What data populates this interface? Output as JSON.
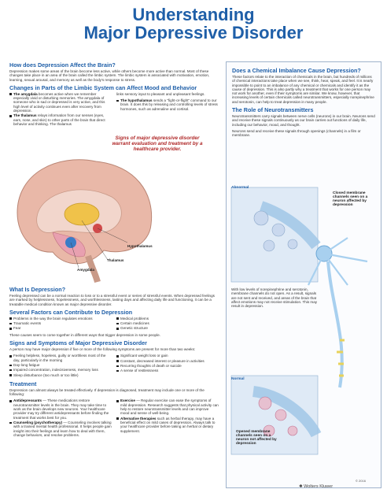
{
  "header": {
    "line1": "Understanding",
    "line2": "Major Depressive Disorder"
  },
  "s1": {
    "heading": "How does Depression Affect the Brain?",
    "text": "Depression makes some areas of the brain become less active, while others become more active than normal. Most of these changes take place in an area of the brain called the limbic system. The limbic system is associated with motivation, emotion, learning, sexual arousal, and memory as well as the body's response to stress."
  },
  "s2": {
    "heading": "Changes in Parts of the Limbic System can Affect Mood and Behavior",
    "items": [
      {
        "term": "The amygdala",
        "text": "becomes active when we remember especially vivid or disturbing memories. The amygdala of someone who is sad or depressed is very active, and this high level of activity continues even after recovery from depression."
      },
      {
        "term": "The thalamus",
        "text": "relays information from our senses (eyes, ears, nose, and skin) to other parts of the brain that direct behavior and thinking. The thalamus"
      }
    ],
    "right_cont": "links sensory input to pleasant and unpleasant feelings.",
    "right_items": [
      {
        "term": "The hypothalamus",
        "text": "sends a \"fight-or-flight\" command to our brain. It does this by releasing and controlling levels of stress hormones, such as adrenaline and cortisol."
      }
    ]
  },
  "callout": "Signs of major depressive disorder warrant evaluation and treatment by a healthcare provider.",
  "brain_labels": {
    "hypothalamus": "Hypothalamus",
    "thalamus": "Thalamus",
    "amygdala": "Amygdala"
  },
  "s3": {
    "heading": "What Is Depression?",
    "text": "Feeling depressed can be a normal reaction to loss or to a stressful event or series of stressful events. When depressed feelings are marked by helplessness, hopelessness, and worthlessness, lasting days and affecting daily life and functioning, it can be a treatable medical condition known as major depressive disorder."
  },
  "s4": {
    "heading": "Several Factors can Contribute to Depression",
    "col1": [
      "Problems in the way the brain regulates emotions",
      "Traumatic events",
      "Fear"
    ],
    "col2": [
      "Medical problems",
      "Certain medicines",
      "Genetic structure"
    ],
    "after": "These causes seem to come together in different ways that trigger depression in some people."
  },
  "s5": {
    "heading": "Signs and Symptoms of Major Depressive Disorder",
    "intro": "A person may have major depression if five or more of the following symptoms are present for more than two weeks:",
    "col1": [
      "Feeling helpless, hopeless, guilty or worthless most of the day, particularly in the morning",
      "Day-long fatigue",
      "Impaired concentration, indecisiveness, memory loss",
      "Sleep disturbance (too much or too little)"
    ],
    "col2": [
      "Significant weight loss or gain",
      "Constant, decreased interest or pleasure in activities",
      "Recurring thoughts of death or suicide",
      "A sense of restlessness"
    ]
  },
  "s6": {
    "heading": "Treatment",
    "intro": "Depression can almost always be treated effectively. If depression is diagnosed, treatment may include one or more of the following:",
    "col1": [
      {
        "term": "Antidepressants",
        "text": "— These medications restore neurotransmitter levels in the brain. They may take time to work as the brain develops new neurons. Your healthcare provider may try different antidepressants before finding the treatment that works best for you."
      },
      {
        "term": "Counseling (psychotherapy)",
        "text": "— Counseling involves talking with a trained mental health professional. It helps people gain insight into their feelings and learn how to deal with them, change behaviors, and resolve problems."
      }
    ],
    "col2": [
      {
        "term": "Exercise",
        "text": "— Regular exercise can ease the symptoms of mild depression. Research suggests that physical activity can help to restore neurotransmitter levels and can improve mood and sense of well-being."
      },
      {
        "term": "Alternative therapies",
        "text": "such as herbal therapy, may have a beneficial effect on mild cases of depression. Always talk to your healthcare provider before taking an herbal or dietary supplement."
      }
    ]
  },
  "r1": {
    "heading": "Does a Chemical Imbalance Cause Depression?",
    "text": "These factors relate to the interaction of chemicals in the brain, but hundreds of millions of chemical interactions take place when we see, think, hear, speak, and feel. It is nearly impossible to point to an imbalance of any chemical or chemicals and identify it as the cause of depression. This is also partly why a treatment that works for one person may not work for another, even if their symptoms are similar. We know, however, that increasing levels of certain chemicals called neurotransmitters, especially norepinephrine and serotonin, can help to treat depression in many people."
  },
  "r2": {
    "heading": "The Role of Neurotransmitters",
    "p1": "Neurotransmitters carry signals between nerve cells (neurons) in our brain. Neurons send and receive these signals continuously as our brain carries out functions of daily life, including our behavior, mood, and thought.",
    "p2": "Neurons send and receive these signals through openings (channels) in a film or membrane."
  },
  "neuron": {
    "abnormal": "Abnormal",
    "closed_tag": "Closed membrane channels seen on a neuron affected by depression",
    "low_text": "With low levels of norepinephrine and serotonin, membrane channels do not open. As a result, signals are not sent and received, and areas of the brain that affect emotions may not receive stimulation. This may result in depression.",
    "normal": "Normal",
    "opened_tag": "Opened membrane channels seen on a neuron not affected by depression"
  },
  "footer": {
    "brand": "Wolters Kluwer",
    "copyright": "© 2016"
  },
  "colors": {
    "title": "#1f5fa8",
    "callout": "#b02a2a",
    "neuron": "#6aa6d6"
  }
}
